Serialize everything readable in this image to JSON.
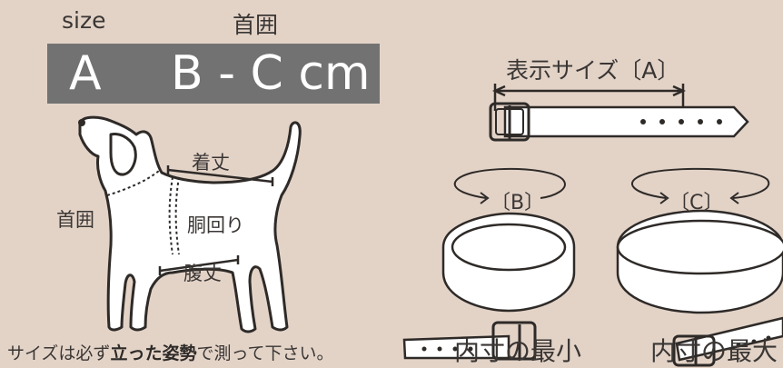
{
  "header": {
    "size_label": "size",
    "neck_label": "首囲"
  },
  "banner": {
    "size_value": "A",
    "range_value": "B - C cm",
    "bg_color": "#727272"
  },
  "dog_labels": {
    "length": "着丈",
    "neck": "首囲",
    "chest": "胴回り",
    "belly": "腹丈"
  },
  "collar_labels": {
    "display_size": "表示サイズ〔A〕",
    "b_marker": "〔B〕",
    "c_marker": "〔C〕",
    "inner_min": "内寸の最小",
    "inner_max": "内寸の最大"
  },
  "footnote": {
    "part1": "サイズは必ず",
    "part2_bold": "立った姿勢",
    "part3": "で測って下さい。"
  }
}
